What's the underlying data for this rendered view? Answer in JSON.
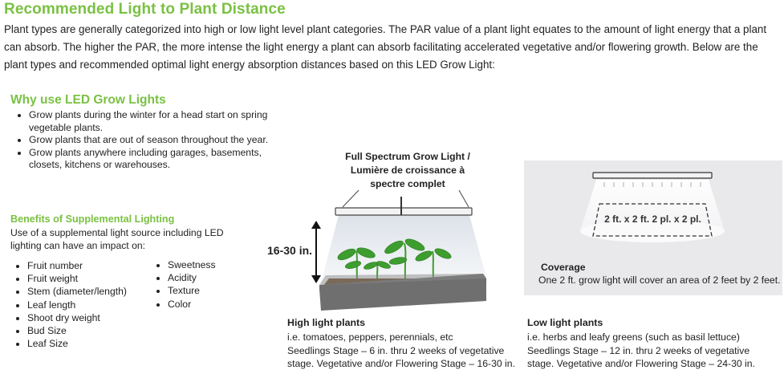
{
  "title": "Recommended Light to Plant Distance",
  "intro": "Plant types are generally categorized into high or low light level plant categories. The PAR value of a plant light equates to the amount of light energy that a plant can absorb. The higher the PAR, the more intense the light energy a plant can absorb facilitating accelerated vegetative and/or flowering growth. Below are the plant types and recommended optimal light energy absorption distances based on this LED Grow Light:",
  "why": {
    "title": "Why use LED Grow Lights",
    "items": [
      "Grow plants during the winter for a head start on spring vegetable plants.",
      "Grow plants that are out of season throughout the year.",
      "Grow plants anywhere including garages, basements, closets, kitchens or warehouses."
    ]
  },
  "benefits": {
    "title": "Benefits of Supplemental Lighting",
    "desc": "Use of a supplemental light source including LED lighting can have an impact on:",
    "list_a": [
      "Fruit number",
      "Fruit weight",
      "Stem (diameter/length)",
      "Leaf length",
      "Shoot dry weight",
      "Bud Size",
      "Leaf Size"
    ],
    "list_b": [
      "Sweetness",
      "Acidity",
      "Texture",
      "Color"
    ]
  },
  "illustration": {
    "light_label": [
      "Full Spectrum Grow Light /",
      "Lumière de croissance à",
      "spectre complet"
    ],
    "distance": "16-30 in.",
    "colors": {
      "plant": "#3e9d2f",
      "soil": "#6b4a2b",
      "tray": "#6f6f6f",
      "arrow": "#111111"
    }
  },
  "high_light": {
    "title": "High light plants",
    "lines": [
      "i.e. tomatoes, peppers, perennials, etc",
      "Seedlings Stage – 6 in. thru 2 weeks of vegetative",
      "stage. Vegetative and/or Flowering Stage – 16-30 in."
    ]
  },
  "coverage": {
    "title": "Coverage",
    "body": "One 2 ft. grow light will cover an area of 2 feet by 2 feet.",
    "inner_label": "2 ft. x 2 ft.   2 pl. x 2 pl."
  },
  "low_light": {
    "title": "Low light plants",
    "lines": [
      "i.e. herbs and leafy greens (such as basil lettuce)",
      "Seedlings Stage – 12 in. thru 2 weeks of vegetative",
      "stage. Vegetative and/or Flowering Stage – 24-30 in."
    ]
  },
  "accent_color": "#7ac143"
}
